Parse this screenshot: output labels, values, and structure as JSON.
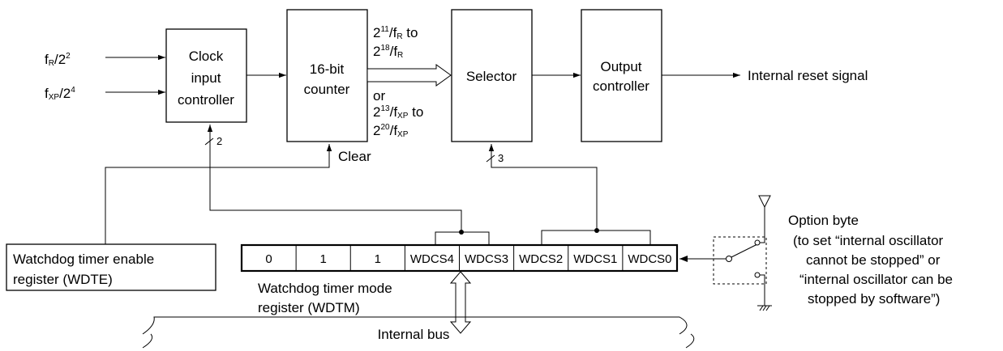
{
  "inputs": {
    "fr_sym": "f",
    "fr_sub": "R",
    "fr_rest": "/2",
    "fr_exp": "2",
    "fxp_sym": "f",
    "fxp_sub": "XP",
    "fxp_rest": "/2",
    "fxp_exp": "4"
  },
  "blocks": {
    "clock_input": [
      "Clock",
      "input",
      "controller"
    ],
    "counter": [
      "16-bit",
      "counter"
    ],
    "selector": "Selector",
    "output": [
      "Output",
      "controller"
    ]
  },
  "counter_outputs": {
    "r_base1": "2",
    "r_exp1": "11",
    "r_sym1": "/f",
    "r_sub1": "R",
    "r_to": " to",
    "r_base2": "2",
    "r_exp2": "18",
    "r_sym2": "/f",
    "r_sub2": "R",
    "or": "or",
    "x_base1": "2",
    "x_exp1": "13",
    "x_sym1": "/f",
    "x_sub1": "XP",
    "x_to": " to",
    "x_base2": "2",
    "x_exp2": "20",
    "x_sym2": "/f",
    "x_sub2": "XP"
  },
  "signals": {
    "output": "Internal reset signal",
    "clear": "Clear",
    "clock_bus_width": "2",
    "selector_bus_width": "3"
  },
  "wdte": [
    "Watchdog timer enable",
    "register (WDTE)"
  ],
  "wdtm": {
    "bits": [
      "0",
      "1",
      "1",
      "WDCS4",
      "WDCS3",
      "WDCS2",
      "WDCS1",
      "WDCS0"
    ],
    "label": [
      "Watchdog timer mode",
      "register (WDTM)"
    ]
  },
  "option_byte": {
    "title": "Option byte",
    "note": [
      "(to set “internal oscillator",
      "cannot be stopped” or",
      "“internal oscillator can be",
      "stopped by software”)"
    ]
  },
  "bus": "Internal bus"
}
